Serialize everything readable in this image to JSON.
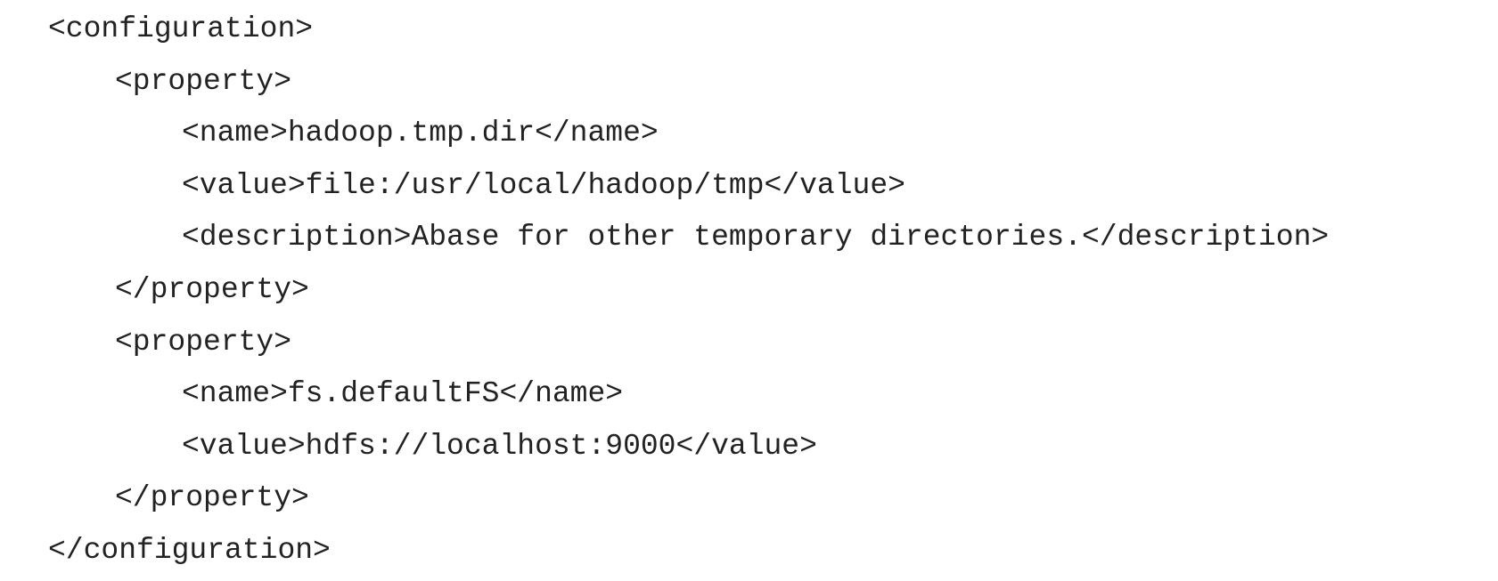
{
  "document": {
    "lines": [
      {
        "text": "<configuration>",
        "indent": 0
      },
      {
        "text": "<property>",
        "indent": 1
      },
      {
        "text": "<name>hadoop.tmp.dir</name>",
        "indent": 2
      },
      {
        "text": "<value>file:/usr/local/hadoop/tmp</value>",
        "indent": 2
      },
      {
        "text": "<description>Abase for other temporary directories.</description>",
        "indent": 2
      },
      {
        "text": "</property>",
        "indent": 1
      },
      {
        "text": "<property>",
        "indent": 1
      },
      {
        "text": "<name>fs.defaultFS</name>",
        "indent": 2
      },
      {
        "text": "<value>hdfs://localhost:9000</value>",
        "indent": 2
      },
      {
        "text": "</property>",
        "indent": 1
      },
      {
        "text": "</configuration>",
        "indent": 0
      }
    ]
  }
}
